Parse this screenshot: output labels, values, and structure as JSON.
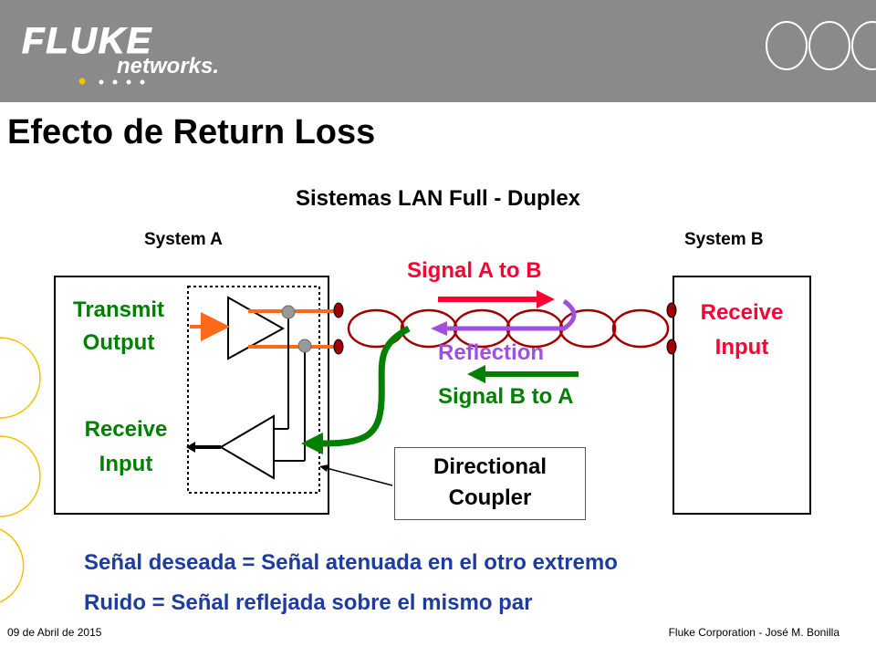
{
  "slide": {
    "title": "Efecto de Return Loss",
    "subtitle": "Sistemas LAN Full - Duplex"
  },
  "brand": {
    "logo_main": "FLUKE",
    "logo_sub": "networks."
  },
  "diagram": {
    "system_a_label": "System A",
    "system_b_label": "System B",
    "transmit_output": [
      "Transmit",
      "Output"
    ],
    "receive_input_a": [
      "Receive",
      "Input"
    ],
    "receive_input_b": [
      "Receive",
      "Input"
    ],
    "signal_a_to_b": "Signal A to B",
    "reflection": "Reflection",
    "signal_b_to_a": "Signal B to A",
    "coupler": [
      "Directional",
      "Coupler"
    ]
  },
  "notes": {
    "line1": "Señal deseada = Señal atenuada en el otro extremo",
    "line2": "Ruido = Señal reflejada sobre el mismo par"
  },
  "footer": {
    "date": "09 de Abril de 2015",
    "author": "Fluke Corporation - José M. Bonilla"
  },
  "colors": {
    "header_bg": "#8a8a8a",
    "green": "#008000",
    "red": "#ff0033",
    "purple": "#a050e0",
    "orange": "#ff6a1a",
    "dark_red": "#a00000",
    "blue_text": "#1e3ca0"
  }
}
